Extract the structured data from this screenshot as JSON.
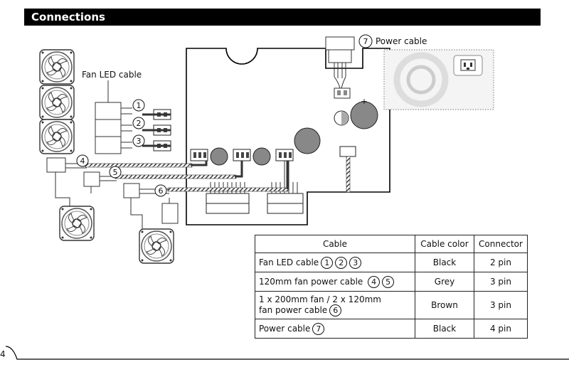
{
  "header": {
    "title": "Connections"
  },
  "diagram": {
    "fan_led_label": "Fan LED cable",
    "power_cable_label": "Power cable",
    "power_cable_number": "7",
    "markers": [
      "1",
      "2",
      "3",
      "4",
      "5",
      "6"
    ],
    "plus_sign": "+"
  },
  "table": {
    "headers": [
      "Cable",
      "Cable color",
      "Connector"
    ],
    "rows": [
      {
        "cable": "Fan LED cable",
        "numbers": [
          "1",
          "2",
          "3"
        ],
        "color": "Black",
        "connector": "2 pin"
      },
      {
        "cable": "120mm fan power cable",
        "numbers": [
          "4",
          "5"
        ],
        "color": "Grey",
        "connector": "3 pin"
      },
      {
        "cable_line1": "1 x 200mm fan / 2 x 120mm",
        "cable_line2": "fan power cable",
        "numbers": [
          "6"
        ],
        "color": "Brown",
        "connector": "3 pin"
      },
      {
        "cable": "Power cable",
        "numbers": [
          "7"
        ],
        "color": "Black",
        "connector": "4 pin"
      }
    ]
  },
  "footer": {
    "page_number": "4"
  }
}
